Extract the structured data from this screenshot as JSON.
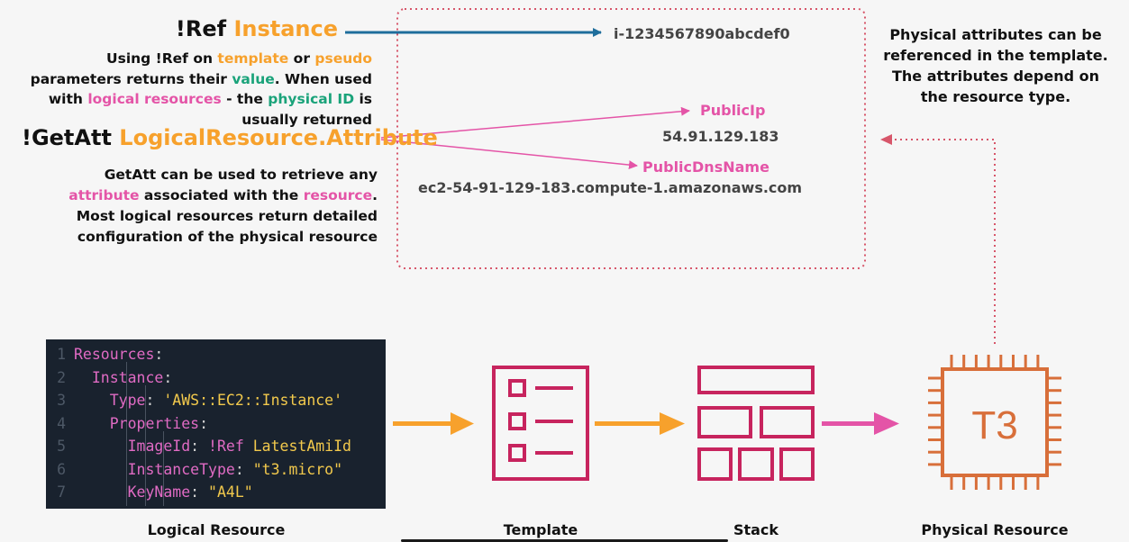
{
  "ref": {
    "label": "!Ref",
    "param": "Instance",
    "desc_parts": [
      "Using !Ref on ",
      "template",
      " or ",
      "pseudo",
      " parameters returns their ",
      "value",
      ". When used with ",
      "logical resources",
      " - the ",
      "physical ID",
      " is usually returned"
    ],
    "result": "i-1234567890abcdef0"
  },
  "getatt": {
    "label": "!GetAtt",
    "param": "LogicalResource.Attribute",
    "desc_parts": [
      "GetAtt can be used to retrieve any ",
      "attribute",
      " associated with the ",
      "resource",
      ". Most logical resources return detailed configuration of the physical resource"
    ],
    "attributes": [
      {
        "name": "PublicIp",
        "value": "54.91.129.183"
      },
      {
        "name": "PublicDnsName",
        "value": "ec2-54-91-129-183.compute-1.amazonaws.com"
      }
    ]
  },
  "physical_note": "Physical attributes can be referenced in the template. The attributes depend on the resource type.",
  "code_lines": [
    {
      "n": "1",
      "tokens": [
        {
          "t": "Resources",
          "c": "ck"
        },
        {
          "t": ":",
          "c": "cp"
        }
      ]
    },
    {
      "n": "2",
      "tokens": [
        {
          "t": "  ",
          "c": "cp"
        },
        {
          "t": "Instance",
          "c": "ck"
        },
        {
          "t": ":",
          "c": "cp"
        }
      ]
    },
    {
      "n": "3",
      "tokens": [
        {
          "t": "    ",
          "c": "cp"
        },
        {
          "t": "Type",
          "c": "ck"
        },
        {
          "t": ": ",
          "c": "cp"
        },
        {
          "t": "'AWS::EC2::Instance'",
          "c": "cs"
        }
      ]
    },
    {
      "n": "4",
      "tokens": [
        {
          "t": "    ",
          "c": "cp"
        },
        {
          "t": "Properties",
          "c": "ck"
        },
        {
          "t": ":",
          "c": "cp"
        }
      ]
    },
    {
      "n": "5",
      "tokens": [
        {
          "t": "      ",
          "c": "cp"
        },
        {
          "t": "ImageId",
          "c": "ck"
        },
        {
          "t": ": ",
          "c": "cp"
        },
        {
          "t": "!Ref",
          "c": "ck"
        },
        {
          "t": " LatestAmiId",
          "c": "cs"
        }
      ]
    },
    {
      "n": "6",
      "tokens": [
        {
          "t": "      ",
          "c": "cp"
        },
        {
          "t": "InstanceType",
          "c": "ck"
        },
        {
          "t": ": ",
          "c": "cp"
        },
        {
          "t": "\"t3.micro\"",
          "c": "cs"
        }
      ]
    },
    {
      "n": "7",
      "tokens": [
        {
          "t": "      ",
          "c": "cp"
        },
        {
          "t": "KeyName",
          "c": "ck"
        },
        {
          "t": ": ",
          "c": "cp"
        },
        {
          "t": "\"A4L\"",
          "c": "cs"
        }
      ]
    }
  ],
  "chip_label": "T3",
  "captions": {
    "logical": "Logical Resource",
    "template": "Template",
    "stack": "Stack",
    "physical": "Physical Resource"
  },
  "colors": {
    "orange": "#f7a12c",
    "pink": "#e454a7",
    "green": "#1aa37a",
    "blue_arrow": "#1f6e9c",
    "crimson_icon": "#c7245e",
    "chip": "#d86f3a",
    "code_bg": "#19222e"
  }
}
